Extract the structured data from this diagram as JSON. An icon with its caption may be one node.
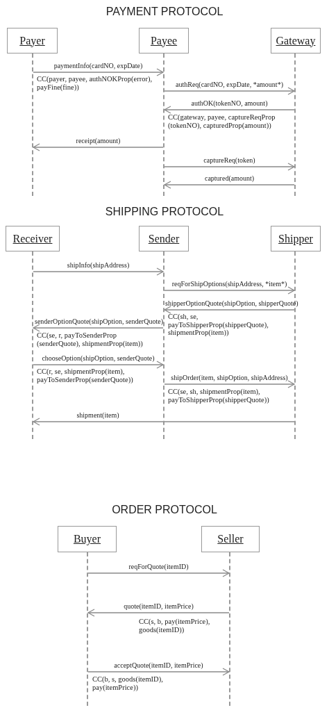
{
  "diagram": {
    "nodes": [
      {
        "text": [
          "Payer"
        ]
      },
      {
        "text": [
          "Payee"
        ]
      },
      {
        "text": [
          "Gateway"
        ]
      },
      {
        "text": [],
        "shape": "bar"
      },
      {
        "text": [],
        "shape": "bar"
      },
      {
        "text": [],
        "shape": "bar"
      },
      {
        "text": [
          "Receiver"
        ]
      },
      {
        "text": [
          "Sender"
        ]
      },
      {
        "text": [
          "Shipper"
        ]
      },
      {
        "text": [],
        "shape": "bar"
      },
      {
        "text": [],
        "shape": "bar"
      },
      {
        "text": [],
        "shape": "bar"
      },
      {
        "text": [
          "Buyer"
        ]
      },
      {
        "text": [
          "Seller"
        ]
      },
      {
        "text": [],
        "shape": "bar"
      },
      {
        "text": [],
        "shape": "bar"
      }
    ],
    "edges": [
      {
        "from": 3,
        "to": 4,
        "arrow": "to",
        "label": "paymentInfo(cardNO, expDate)"
      },
      {
        "from": 4,
        "to": 5,
        "arrow": "to",
        "label": "authReq(cardNO, expDate, *amount*)"
      },
      {
        "from": 5,
        "to": 4,
        "arrow": "to",
        "label": "authOK(tokenNO, amount)"
      },
      {
        "from": 4,
        "to": 3,
        "arrow": "to",
        "label": "receipt(amount)"
      },
      {
        "from": 4,
        "to": 5,
        "arrow": "to",
        "label": "captureReq(token)"
      },
      {
        "from": 5,
        "to": 4,
        "arrow": "to",
        "label": "captured(amount)"
      },
      {
        "from": 9,
        "to": 10,
        "arrow": "to",
        "label": "shipInfo(shipAddress)"
      },
      {
        "from": 10,
        "to": 11,
        "arrow": "to",
        "label": "reqForShipOptions(shipAddress, *item*)"
      },
      {
        "from": 11,
        "to": 10,
        "arrow": "to",
        "label": "shipperOptionQuote(shipOption, shipperQuote)"
      },
      {
        "from": 10,
        "to": 9,
        "arrow": "to",
        "label": "senderOptionQuote(shipOption, senderQuote)"
      },
      {
        "from": 9,
        "to": 10,
        "arrow": "to",
        "label": "chooseOption(shipOption, senderQuote)"
      },
      {
        "from": 10,
        "to": 11,
        "arrow": "to",
        "label": "shipOrder(item, shipOption, shipAddress)"
      },
      {
        "from": 11,
        "to": 9,
        "arrow": "to",
        "label": "shipment(item)"
      },
      {
        "from": 14,
        "to": 15,
        "arrow": "to",
        "label": "reqForQuote(itemID)"
      },
      {
        "from": 15,
        "to": 14,
        "arrow": "to",
        "label": "quote(itemID, itemPrice)"
      },
      {
        "from": 14,
        "to": 15,
        "arrow": "to",
        "label": "acceptQuote(itemID, itemPrice)"
      }
    ],
    "labels": [
      "PAYMENT PROTOCOL",
      "CC(payer, payee, authNOKProp(error), payFine(fine))",
      "CC(gateway, payee, captureReqProp (tokenNO), capturedProp(amount))",
      "SHIPPING PROTOCOL",
      "CC(sh, se, payToShipperProp(shipperQuote), shipmentProp(item))",
      "CC(se, r, payToSenderProp (senderQuote), shipmentProp(item))",
      "CC(r, se, shipmentProp(item), payToSenderProp(senderQuote))",
      "CC(se, sh, shipmentProp(item), payToShipperProp(shipperQuote))",
      "ORDER PROTOCOL",
      "CC(s, b, pay(itemPrice), goods(itemID))",
      "CC(b, s, goods(itemID), pay(itemPrice))"
    ]
  }
}
